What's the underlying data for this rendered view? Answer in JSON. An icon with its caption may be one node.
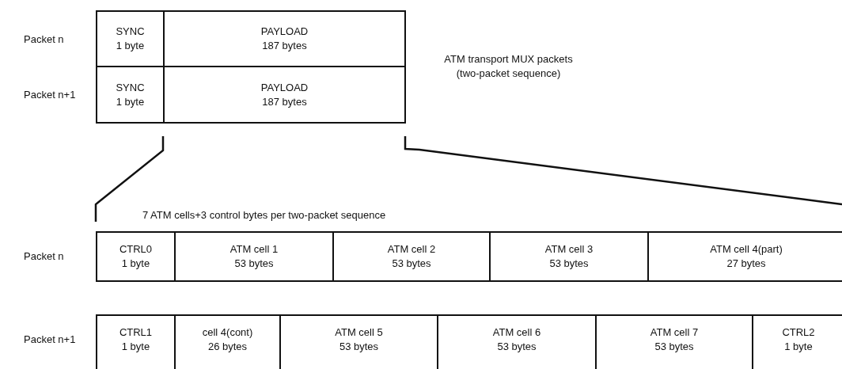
{
  "diagram": {
    "nodes": [
      {
        "text": [
          "SYNC",
          "1 byte"
        ]
      },
      {
        "text": [
          "PAYLOAD",
          "187 bytes"
        ]
      },
      {
        "text": [
          "SYNC",
          "1 byte"
        ]
      },
      {
        "text": [
          "PAYLOAD",
          "187 bytes"
        ]
      },
      {
        "text": [
          "CTRL0",
          "1 byte"
        ]
      },
      {
        "text": [
          "ATM cell 1",
          "53 bytes"
        ]
      },
      {
        "text": [
          "ATM cell 2",
          "53 bytes"
        ]
      },
      {
        "text": [
          "ATM cell 3",
          "53 bytes"
        ]
      },
      {
        "text": [
          "ATM cell 4(part)",
          "27 bytes"
        ]
      },
      {
        "text": [
          "CTRL1",
          "1 byte"
        ]
      },
      {
        "text": [
          "cell 4(cont)",
          "26 bytes"
        ]
      },
      {
        "text": [
          "ATM cell 5",
          "53 bytes"
        ]
      },
      {
        "text": [
          "ATM cell 6",
          "53 bytes"
        ]
      },
      {
        "text": [
          "ATM cell 7",
          "53 bytes"
        ]
      },
      {
        "text": [
          "CTRL2",
          "1 byte"
        ]
      }
    ],
    "labels": [
      "Packet n",
      "Packet n+1",
      "ATM transport MUX packets (two-packet sequence)",
      "7 ATM cells+3 control bytes per two-packet sequence",
      "Packet n",
      "Packet n+1"
    ]
  }
}
